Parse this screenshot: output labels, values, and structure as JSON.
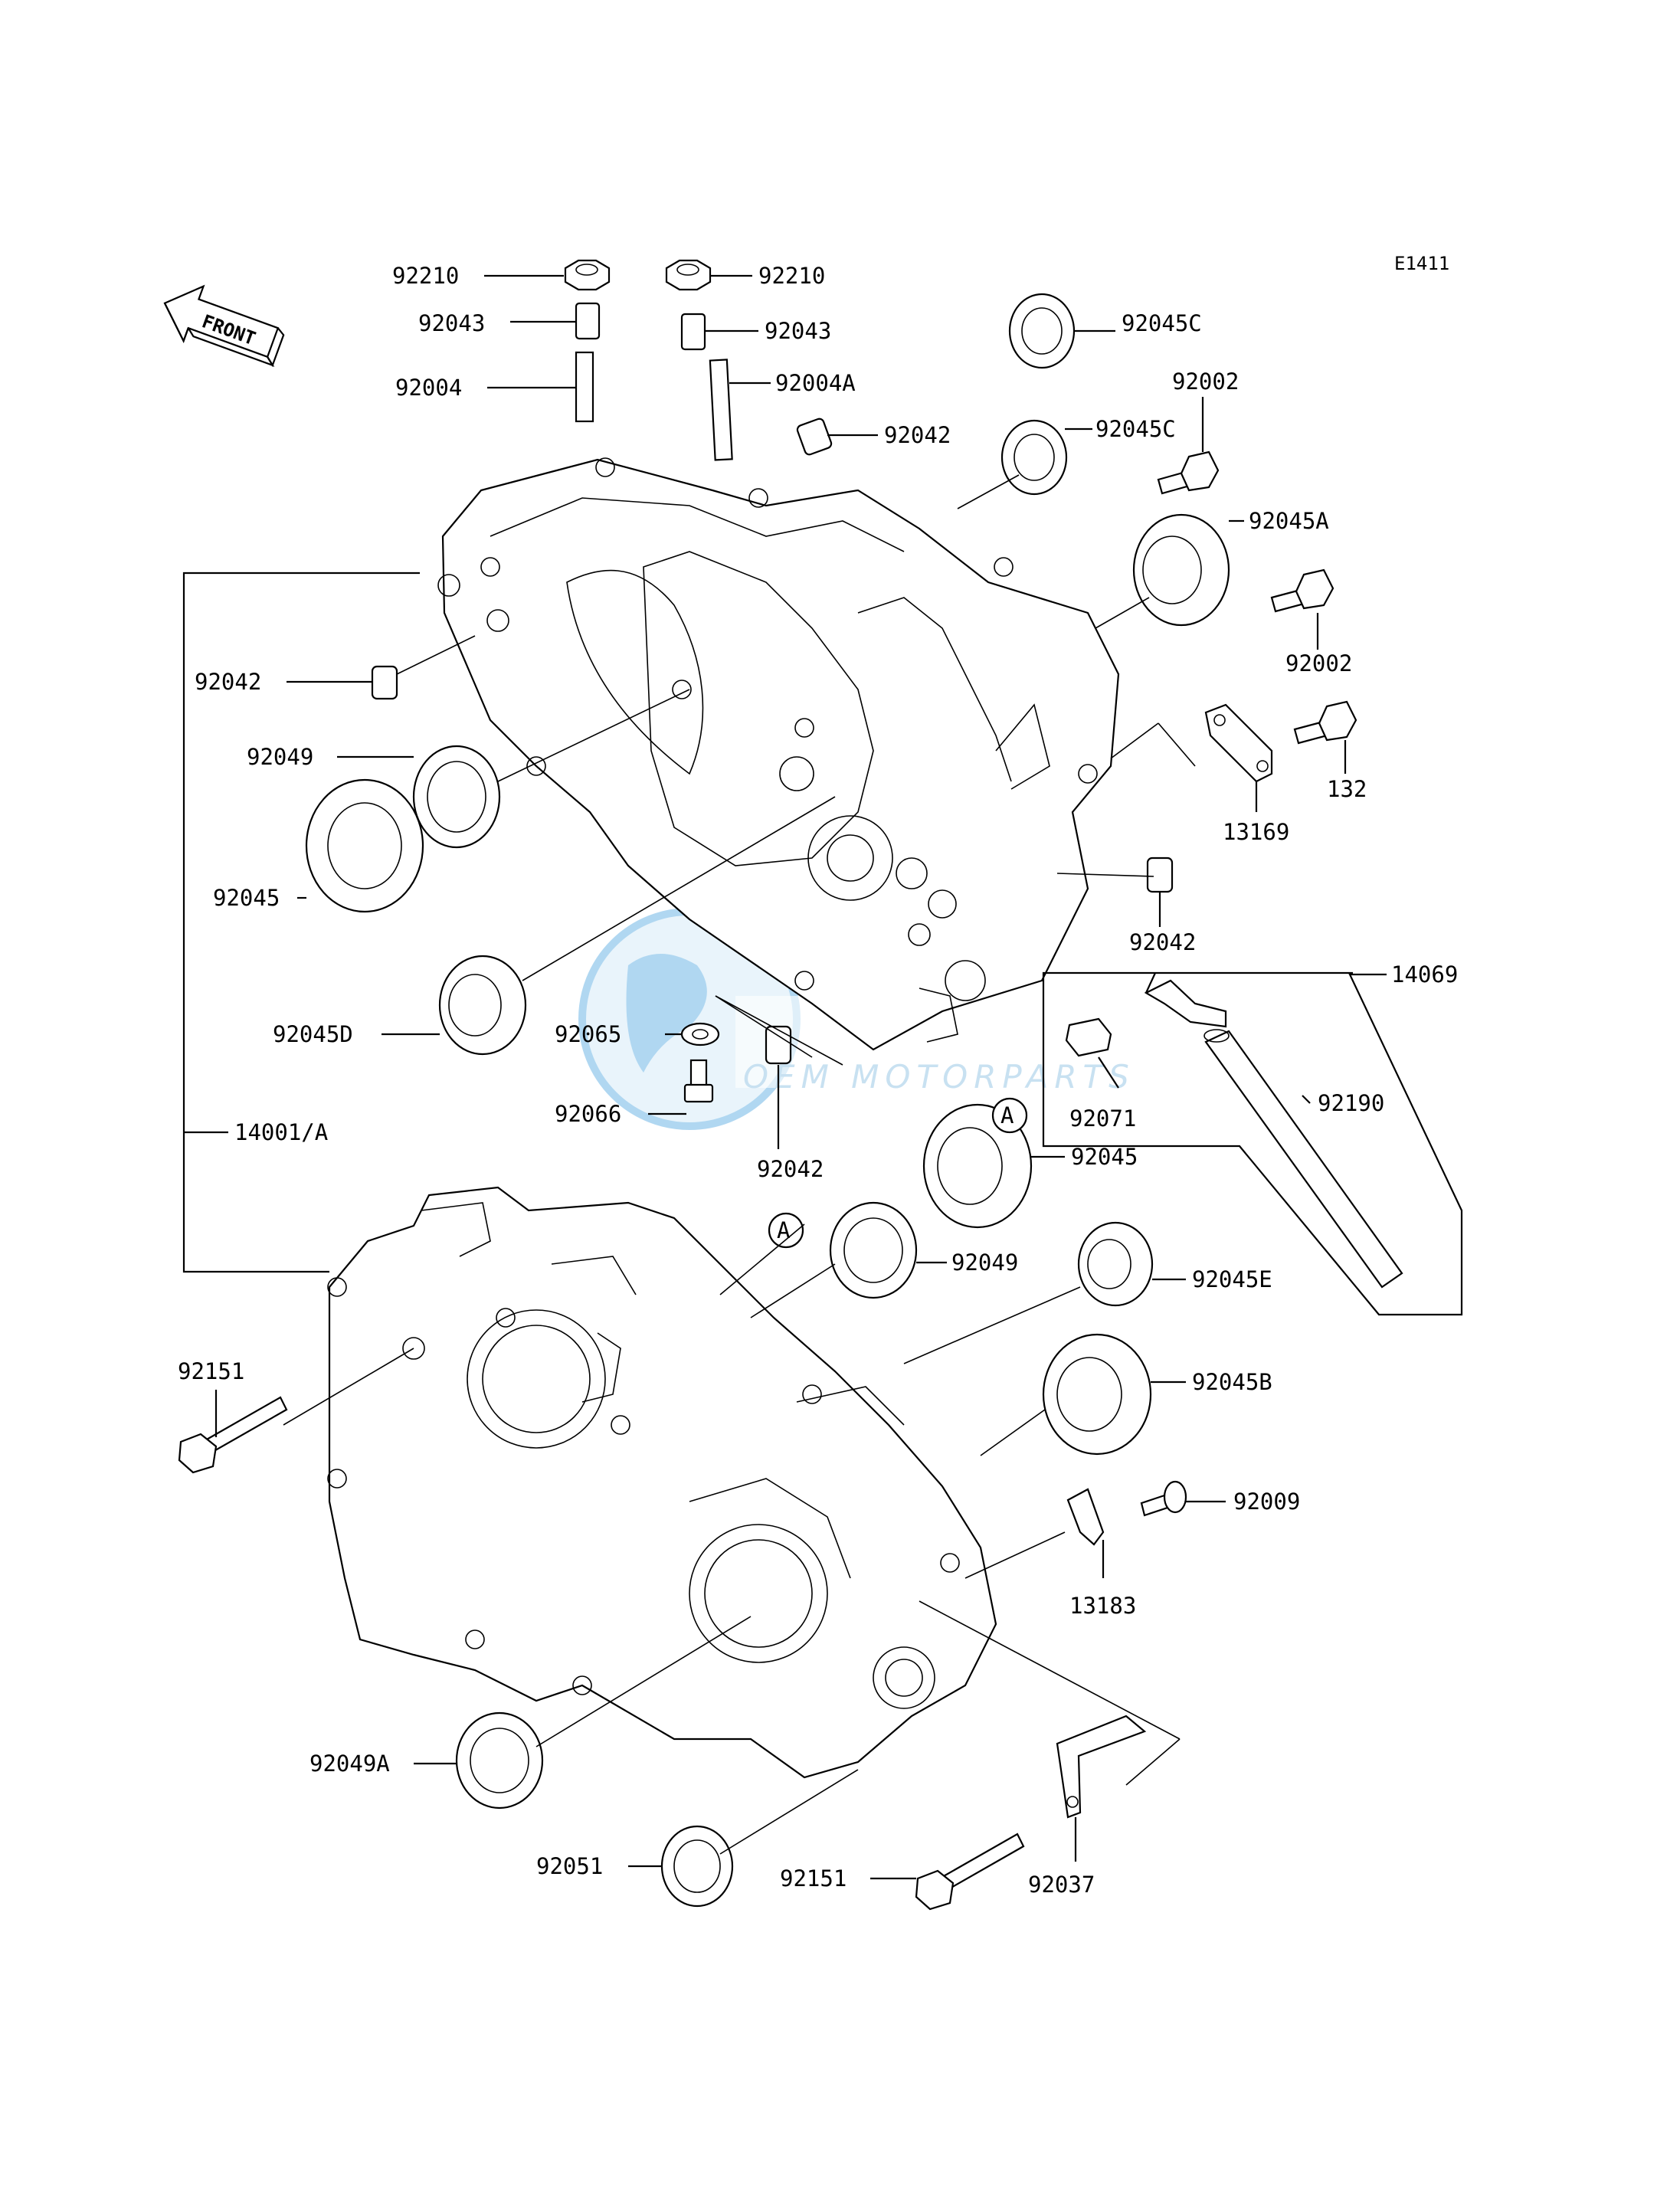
{
  "diagram_code": "E1411",
  "front_label": "FRONT",
  "watermark": {
    "text": "OEM MOTORPARTS",
    "color": "#6fb7e6"
  },
  "callouts": [
    {
      "id": "l-92210-a",
      "text": "92210"
    },
    {
      "id": "l-92210-b",
      "text": "92210"
    },
    {
      "id": "l-92043-a",
      "text": "92043"
    },
    {
      "id": "l-92043-b",
      "text": "92043"
    },
    {
      "id": "l-92004",
      "text": "92004"
    },
    {
      "id": "l-92004a",
      "text": "92004A"
    },
    {
      "id": "l-92042-top",
      "text": "92042"
    },
    {
      "id": "l-92045c-top",
      "text": "92045C"
    },
    {
      "id": "l-92045c",
      "text": "92045C"
    },
    {
      "id": "l-92002-top",
      "text": "92002"
    },
    {
      "id": "l-92045a",
      "text": "92045A"
    },
    {
      "id": "l-92002",
      "text": "92002"
    },
    {
      "id": "l-132",
      "text": "132"
    },
    {
      "id": "l-13169",
      "text": "13169"
    },
    {
      "id": "l-92042-left",
      "text": "92042"
    },
    {
      "id": "l-92049",
      "text": "92049"
    },
    {
      "id": "l-92045",
      "text": "92045"
    },
    {
      "id": "l-92042-right",
      "text": "92042"
    },
    {
      "id": "l-14069",
      "text": "14069"
    },
    {
      "id": "l-92045d",
      "text": "92045D"
    },
    {
      "id": "l-92065",
      "text": "92065"
    },
    {
      "id": "l-92071",
      "text": "92071"
    },
    {
      "id": "l-92190",
      "text": "92190"
    },
    {
      "id": "l-92066",
      "text": "92066"
    },
    {
      "id": "l-92042-mid",
      "text": "92042"
    },
    {
      "id": "l-92045-mid",
      "text": "92045"
    },
    {
      "id": "l-14001a",
      "text": "14001/A"
    },
    {
      "id": "l-92049-mid",
      "text": "92049"
    },
    {
      "id": "l-92045e",
      "text": "92045E"
    },
    {
      "id": "l-92151-left",
      "text": "92151"
    },
    {
      "id": "l-92045b",
      "text": "92045B"
    },
    {
      "id": "l-92009",
      "text": "92009"
    },
    {
      "id": "l-13183",
      "text": "13183"
    },
    {
      "id": "l-92049a",
      "text": "92049A"
    },
    {
      "id": "l-92051",
      "text": "92051"
    },
    {
      "id": "l-92151-bottom",
      "text": "92151"
    },
    {
      "id": "l-92037",
      "text": "92037"
    }
  ],
  "marker_a": "A"
}
